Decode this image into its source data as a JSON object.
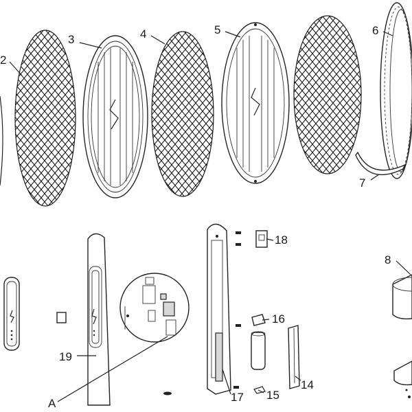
{
  "callouts": [
    "2",
    "3",
    "4",
    "5",
    "6",
    "7",
    "8",
    "14",
    "15",
    "16",
    "17",
    "18",
    "19",
    "A"
  ]
}
